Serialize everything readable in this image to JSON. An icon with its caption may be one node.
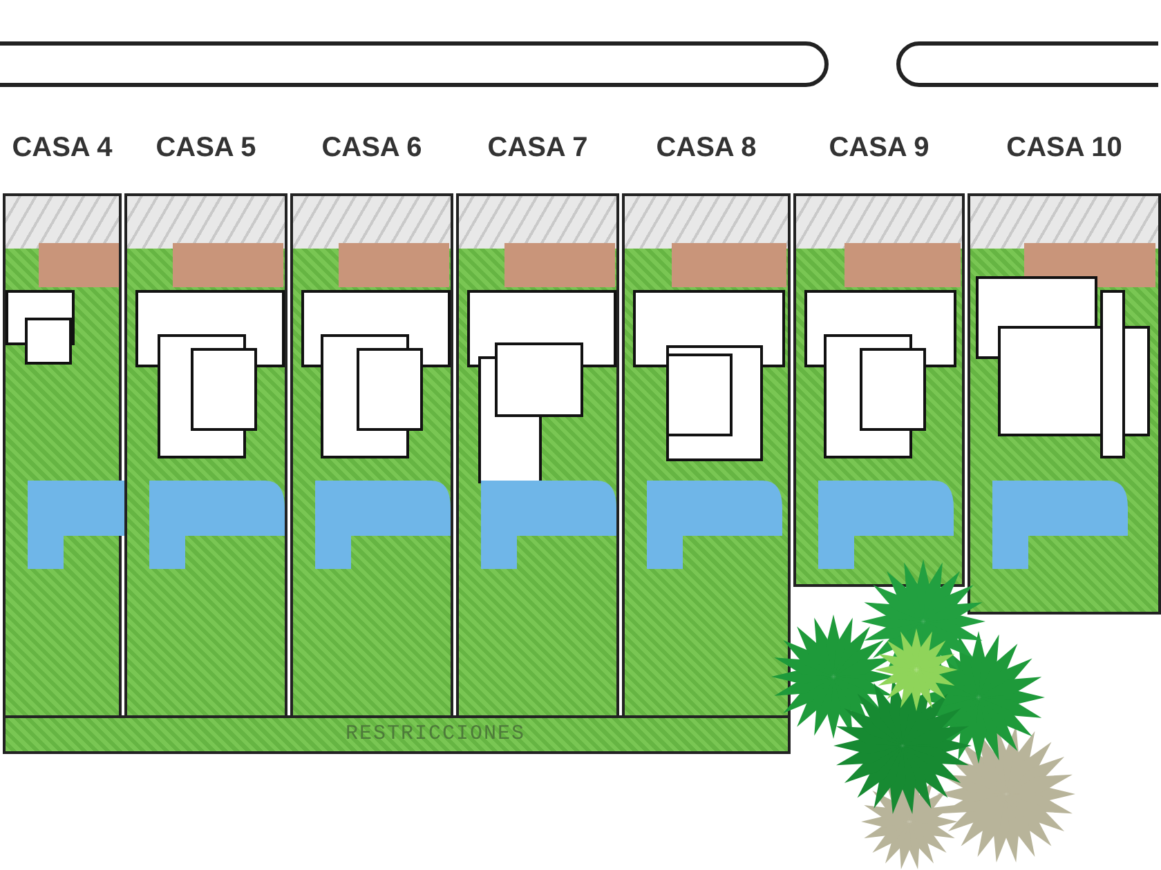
{
  "diagram": {
    "nodes": [
      {
        "text": [
          "CASA 4"
        ]
      },
      {
        "text": [
          "CASA 5"
        ]
      },
      {
        "text": [
          "CASA 6"
        ]
      },
      {
        "text": [
          "CASA 7"
        ]
      },
      {
        "text": [
          "CASA 8"
        ]
      },
      {
        "text": [
          "CASA 9"
        ]
      },
      {
        "text": [
          "CASA 10"
        ]
      }
    ],
    "edges": [],
    "labels": [
      "RESTRICCIONES"
    ]
  }
}
